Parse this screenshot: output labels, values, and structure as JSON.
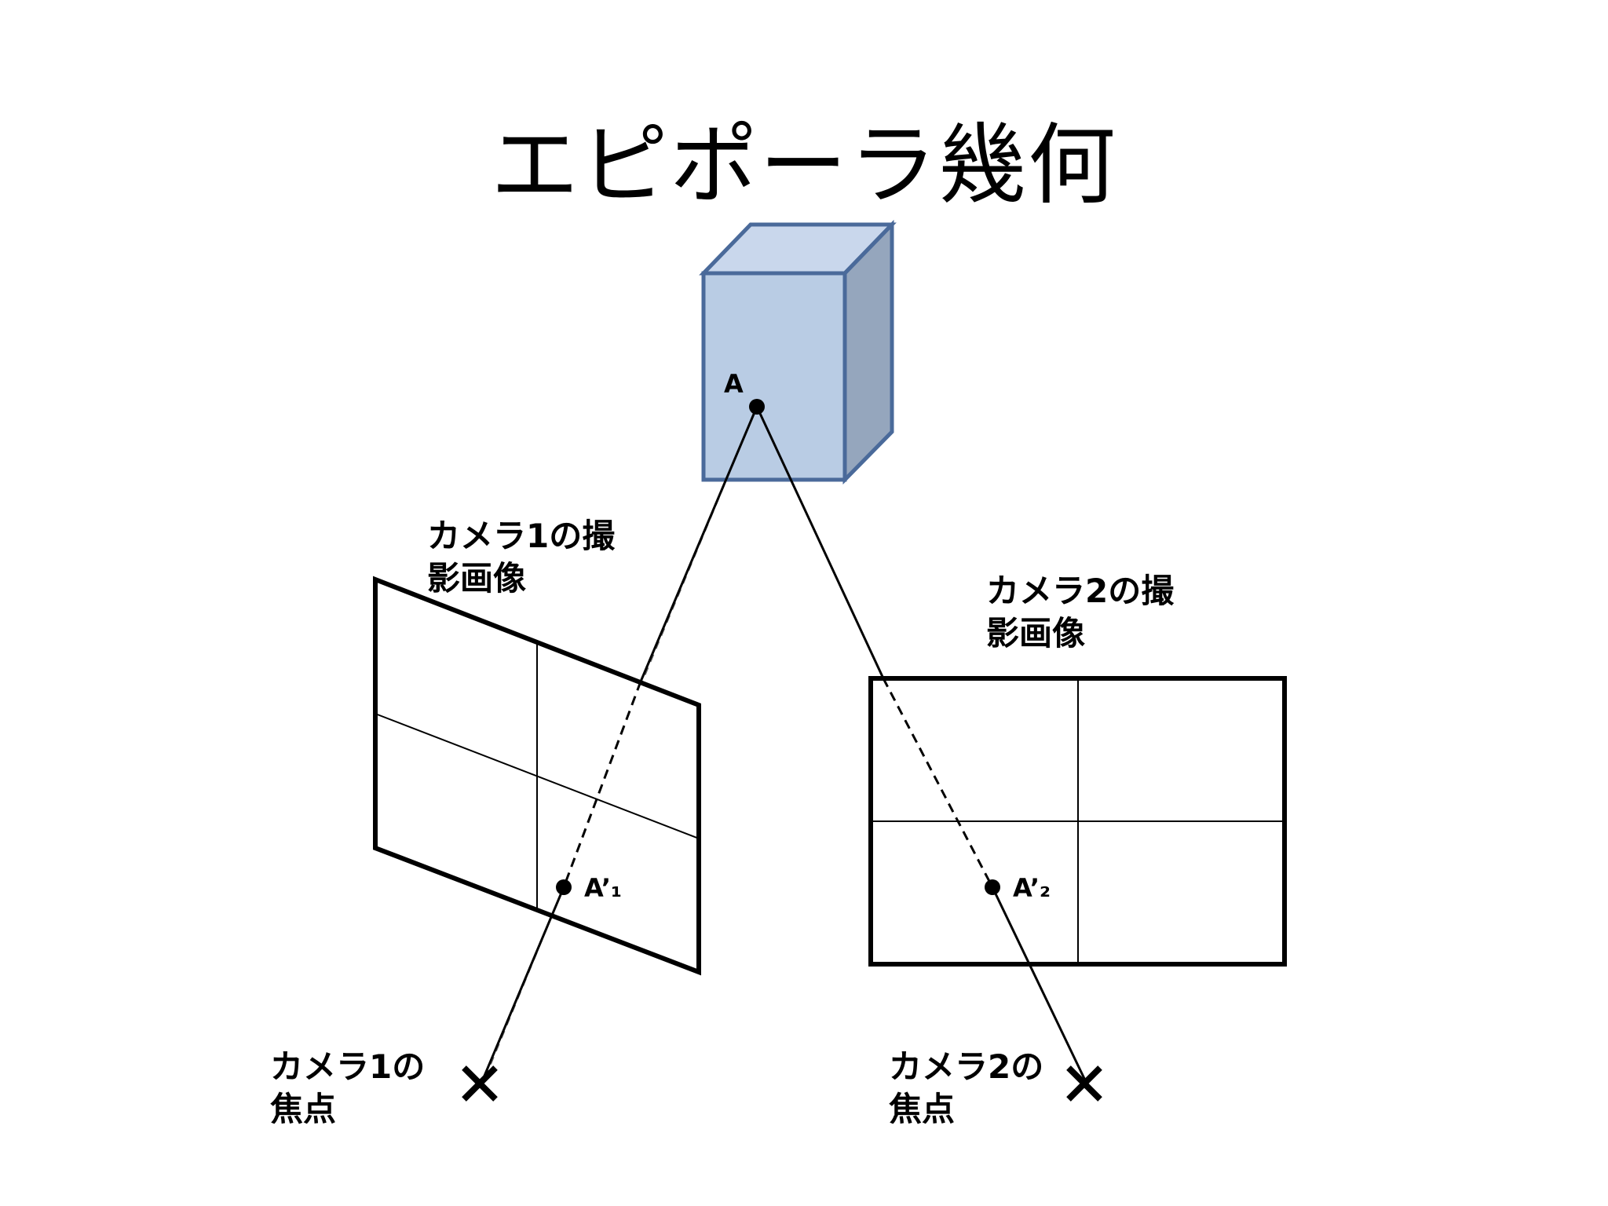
{
  "title": "エピポーラ幾何",
  "point_a": "A",
  "point_a1": "A’₁",
  "point_a2": "A’₂",
  "camera1_image_label": "カメラ1の撮\n影画像",
  "camera2_image_label": "カメラ2の撮\n影画像",
  "camera1_focus_label": "カメラ1の\n焦点",
  "camera2_focus_label": "カメラ2の\n焦点",
  "colors": {
    "cube_front": "#b9cce4",
    "cube_top": "#c9d7ec",
    "cube_side": "#95a6bd",
    "cube_edge": "#4a6a9a",
    "ink": "#000000"
  },
  "icons": [
    "focal-point-cross-icon"
  ]
}
